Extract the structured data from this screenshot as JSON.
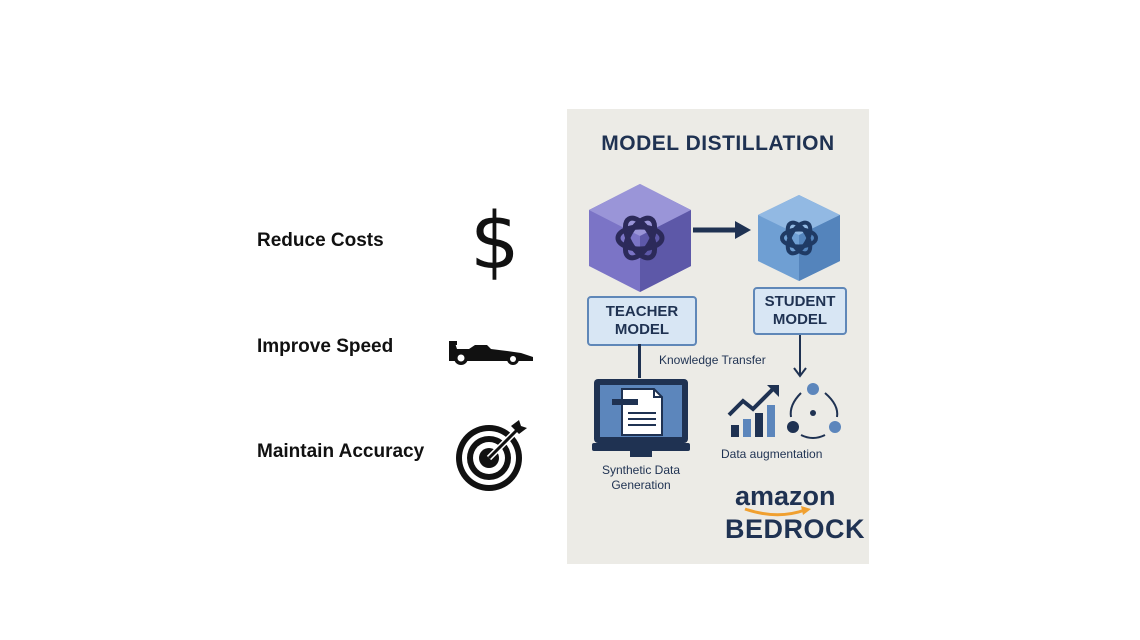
{
  "benefits": [
    {
      "label": "Reduce Costs",
      "icon": "dollar-icon",
      "glyph": "$"
    },
    {
      "label": "Improve Speed",
      "icon": "race-car-icon"
    },
    {
      "label": "Maintain Accuracy",
      "icon": "target-icon"
    }
  ],
  "panel": {
    "title": "MODEL DISTILLATION",
    "teacher": {
      "line1": "TEACHER",
      "line2": "MODEL"
    },
    "student": {
      "line1": "STUDENT",
      "line2": "MODEL"
    },
    "knowledge_transfer": "Knowledge Transfer",
    "synthetic": {
      "line1": "Synthetic Data",
      "line2": "Generation"
    },
    "augmentation": "Data augmentation",
    "brand": {
      "amazon": "amazon",
      "bedrock": "BEDROCK"
    },
    "colors": {
      "background": "#ecebe6",
      "text": "#1f3252",
      "teacher_cube": "#7b74c6",
      "student_cube": "#6f9fd3",
      "box": "#d8e6f4",
      "smile": "#f0a030"
    }
  }
}
